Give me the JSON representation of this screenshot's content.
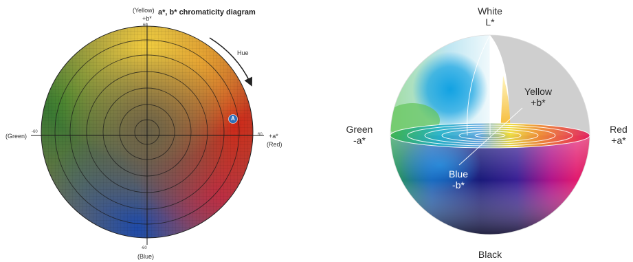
{
  "left_diagram": {
    "title": "a*, b* chromaticity diagram",
    "labels": {
      "yellow": "(Yellow)",
      "plus_b": "+b*",
      "blue": "(Blue)",
      "green": "(Green)",
      "plus_a": "+a*",
      "red": "(Red)",
      "hue": "Hue",
      "marker": "A",
      "top_value": "60",
      "bottom_value": "-60",
      "left_value": "-60",
      "right_value": "60"
    },
    "colors": {
      "yellow": "#e8c23a",
      "red": "#c8321e",
      "green": "#3c7a34",
      "blue": "#2a4f9a",
      "center": "#6e6a50",
      "marker": "#2f6fb8"
    }
  },
  "right_diagram": {
    "labels": {
      "white": "White",
      "l_star": "L*",
      "black": "Black",
      "green": "Green",
      "minus_a": "-a*",
      "red": "Red",
      "plus_a": "+a*",
      "yellow": "Yellow",
      "plus_b": "+b*",
      "blue": "Blue",
      "minus_b": "-b*"
    },
    "colors": {
      "cyan": "#1aa6e0",
      "magenta": "#e0147a",
      "yellow": "#f5d020",
      "green": "#3aa844",
      "navy": "#15124a",
      "grey": "#cfcfcf"
    }
  }
}
